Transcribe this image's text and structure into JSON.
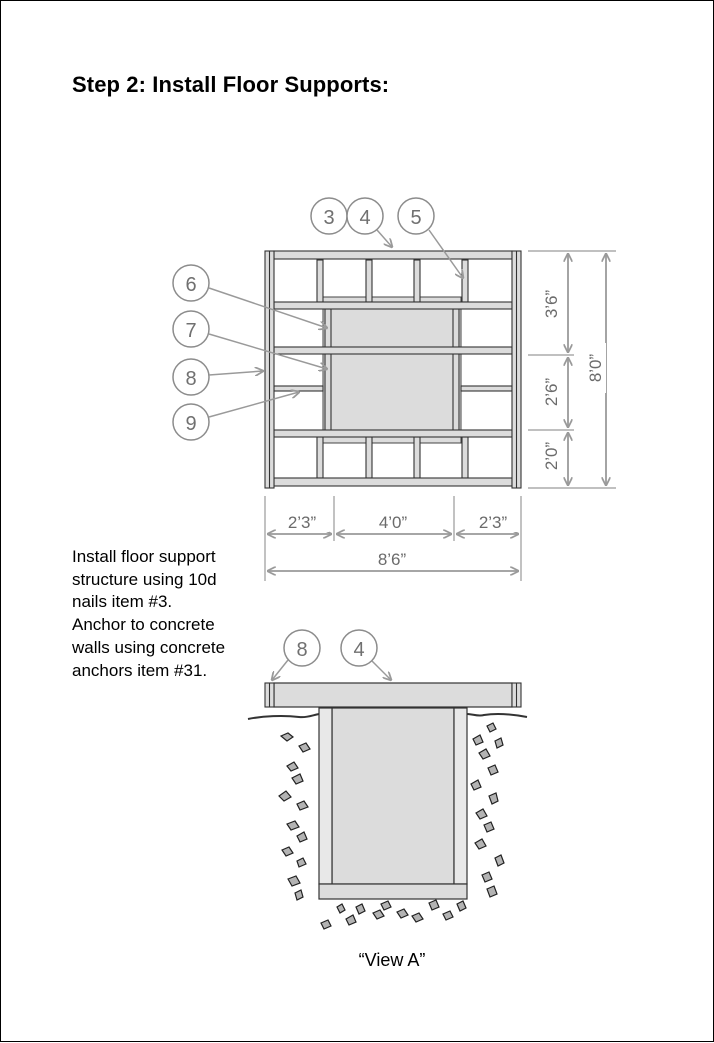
{
  "page": {
    "title": "Step 2: Install Floor Supports:"
  },
  "instructions": {
    "lines": [
      "Install floor support",
      "structure using 10d",
      "nails item #3.",
      "Anchor to concrete",
      "walls using concrete",
      "anchors item #31."
    ]
  },
  "plan_view": {
    "callouts": [
      "3",
      "4",
      "5",
      "6",
      "7",
      "8",
      "9"
    ],
    "dimensions": {
      "right_top": "3’6”",
      "right_mid": "2’6”",
      "right_bottom": "2’0”",
      "overall_height": "8’0”",
      "bottom_left": "2’3”",
      "bottom_center": "4’0”",
      "bottom_right": "2’3”",
      "overall_width": "8’6”"
    }
  },
  "section_view": {
    "callouts": [
      "8",
      "4"
    ],
    "caption": "“View A”"
  },
  "colors": {
    "line": "#333333",
    "leader": "#9a9a9a",
    "dim_text": "#6b6b6b",
    "fill": "#dcdcdc",
    "border": "#000000"
  }
}
